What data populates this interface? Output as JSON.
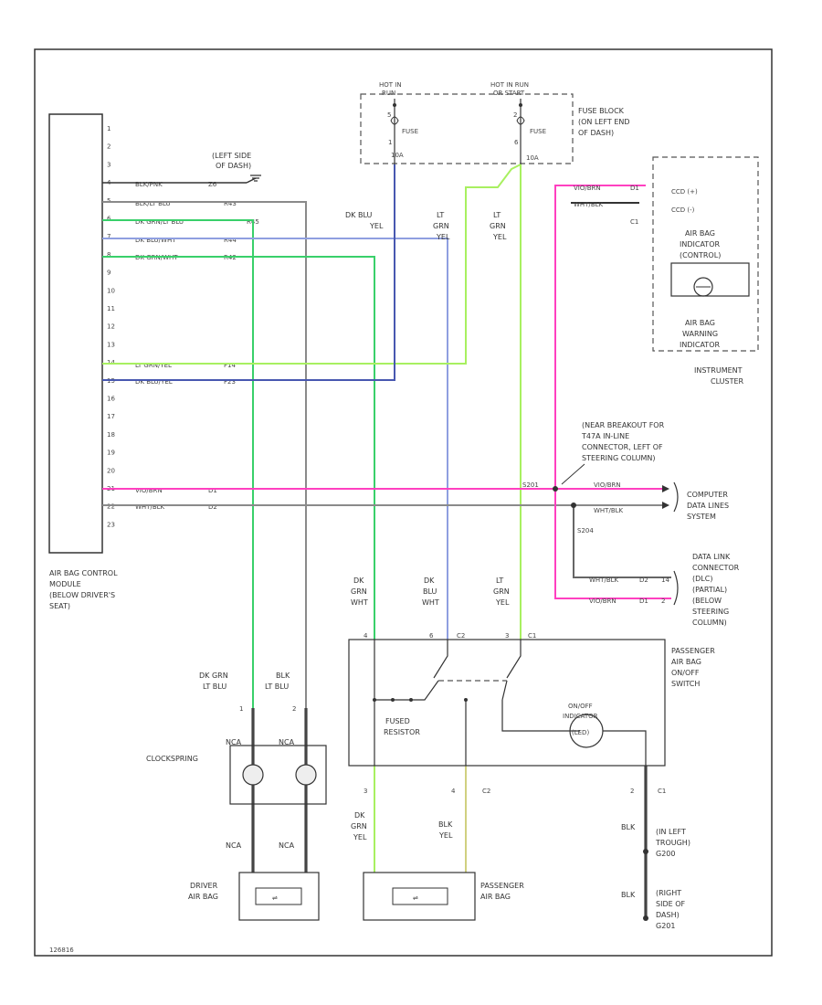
{
  "module": {
    "pins": [
      "1",
      "2",
      "3",
      "4",
      "5",
      "6",
      "7",
      "8",
      "9",
      "10",
      "11",
      "12",
      "13",
      "14",
      "15",
      "16",
      "17",
      "18",
      "19",
      "20",
      "21",
      "22",
      "23"
    ],
    "label": [
      "AIR BAG CONTROL",
      "MODULE",
      "(BELOW DRIVER'S",
      "SEAT)"
    ],
    "wires": [
      {
        "pin": "4",
        "color": "BLK/PNK",
        "circuit": "Z6"
      },
      {
        "pin": "5",
        "color": "BLK/LT BLU",
        "circuit": "R43"
      },
      {
        "pin": "6",
        "color": "DK GRN/LT BLU",
        "circuit": "R45"
      },
      {
        "pin": "7",
        "color": "DK BLU/WHT",
        "circuit": "R44"
      },
      {
        "pin": "8",
        "color": "DK GRN/WHT",
        "circuit": "R42"
      },
      {
        "pin": "14",
        "color": "LT GRN/YEL",
        "circuit": "F14"
      },
      {
        "pin": "15",
        "color": "DK BLU/YEL",
        "circuit": "F23"
      },
      {
        "pin": "21",
        "color": "VIO/BRN",
        "circuit": "D1"
      },
      {
        "pin": "22",
        "color": "WHT/BLK",
        "circuit": "D2"
      }
    ]
  },
  "ground_left_side": [
    "(LEFT SIDE",
    "OF DASH)"
  ],
  "fuse_block": {
    "hot_a": [
      "HOT IN",
      "RUN"
    ],
    "hot_b": [
      "HOT IN RUN",
      "OR START"
    ],
    "fuse_a": [
      "FUSE",
      "1",
      "10A"
    ],
    "fuse_b": [
      "FUSE",
      "6",
      "10A"
    ],
    "pin_a": "5",
    "pin_b": "2",
    "label": [
      "FUSE BLOCK",
      "(ON LEFT END",
      "OF DASH)"
    ]
  },
  "wire_labels": {
    "dk_blu_yel": [
      "DK BLU",
      "YEL"
    ],
    "lt_grn_yel_1": [
      "LT",
      "GRN",
      "YEL"
    ],
    "lt_grn_yel_2": [
      "LT",
      "GRN",
      "YEL"
    ],
    "dk_grn_wht": [
      "DK",
      "GRN",
      "WHT"
    ],
    "dk_blu_wht": [
      "DK",
      "BLU",
      "WHT"
    ],
    "lt_grn_yel_3": [
      "LT",
      "GRN",
      "YEL"
    ],
    "dk_grn_ltblu": [
      "DK GRN",
      "LT BLU"
    ],
    "blk_ltblu": [
      "BLK",
      "LT BLU"
    ],
    "dk_grn_yel": [
      "DK",
      "GRN",
      "YEL"
    ],
    "blk_yel": [
      "BLK",
      "YEL"
    ],
    "blk_1": "BLK",
    "blk_2": "BLK",
    "nca_1": "NCA",
    "nca_2": "NCA",
    "nca_3": "NCA",
    "nca_4": "NCA"
  },
  "cluster": {
    "top_wires": [
      {
        "color": "VIO/BRN",
        "circuit": "D1"
      },
      {
        "color": "WHT/BLK",
        "circuit": ""
      }
    ],
    "connector": "C1",
    "ccd_plus": "CCD (+)",
    "ccd_minus": "CCD (-)",
    "indicator": [
      "AIR BAG",
      "INDICATOR",
      "(CONTROL)"
    ],
    "lamp": [
      "AIR BAG",
      "WARNING",
      "INDICATOR"
    ],
    "label": [
      "INSTRUMENT",
      "CLUSTER"
    ]
  },
  "splice_note": [
    "(NEAR BREAKOUT FOR",
    "T47A IN-LINE",
    "CONNECTOR, LEFT OF",
    "STEERING COLUMN)"
  ],
  "splice_a": "S201",
  "splice_b": "S204",
  "data_bus_wires": [
    {
      "color": "VIO/BRN",
      "circuit": "D1"
    },
    {
      "color": "WHT/BLK",
      "circuit": "D2"
    }
  ],
  "computer_bus": [
    "COMPUTER",
    "DATA LINES",
    "SYSTEM"
  ],
  "dlc_wires": [
    {
      "color": "WHT/BLK",
      "circuit": "D2",
      "pin": "14"
    },
    {
      "color": "VIO/BRN",
      "circuit": "D1",
      "pin": "2"
    }
  ],
  "dlc_label": [
    "DATA LINK",
    "CONNECTOR",
    "(DLC)",
    "(PARTIAL)",
    "(BELOW",
    "STEERING",
    "COLUMN)"
  ],
  "switch": {
    "label": [
      "PASSENGER",
      "AIR BAG",
      "ON/OFF",
      "SWITCH"
    ],
    "resistor": [
      "FUSED",
      "RESISTOR"
    ],
    "indicator": [
      "ON/OFF",
      "INDICATOR",
      "(LED)"
    ],
    "top_pins": [
      {
        "pin": "4",
        "conn": ""
      },
      {
        "pin": "6",
        "conn": "C2"
      },
      {
        "pin": "3",
        "conn": "C1"
      }
    ],
    "bottom_pins": [
      {
        "pin": "3",
        "conn": ""
      },
      {
        "pin": "4",
        "conn": "C2"
      },
      {
        "pin": "2",
        "conn": "C1"
      }
    ]
  },
  "clockspring": {
    "label": "CLOCKSPRING",
    "pins": [
      "1",
      "2"
    ],
    "top_labels": [
      "NCA",
      "NCA"
    ]
  },
  "driver_bag": [
    "DRIVER",
    "AIR BAG"
  ],
  "passenger_bag": [
    "PASSENGER",
    "AIR BAG"
  ],
  "bag_sym": "⇌",
  "grounds": {
    "g1": [
      "(IN LEFT",
      "TROUGH)",
      "G200"
    ],
    "g2": [
      "(RIGHT",
      "SIDE OF",
      "DASH)",
      "G201"
    ]
  },
  "figure_id": "126816",
  "colors": {
    "green": "#39d06a",
    "lt_green": "#a8f060",
    "blue": "#8f9fe0",
    "dk_blue": "#4858b0",
    "pink": "#ff40c0",
    "gray": "#8a8a8a",
    "black": "#333333"
  }
}
